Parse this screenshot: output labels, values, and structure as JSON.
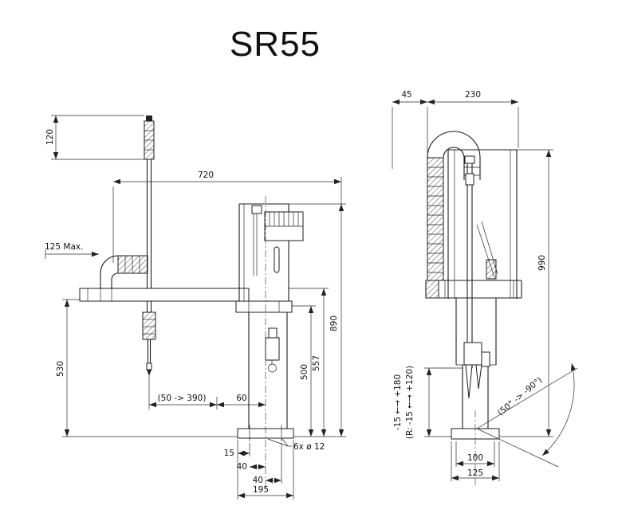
{
  "title": "SR55",
  "front_view": {
    "dims": {
      "shaft_segment": "120",
      "reach": "720",
      "cable_max": "125  Max.",
      "height_arm_bottom": "530",
      "height_total": "890",
      "height_arm_top": "557",
      "height_column": "500",
      "stroke": "(50 -> 390)",
      "offset_60": "60",
      "base_15": "15",
      "base_40a": "40",
      "base_40b": "40",
      "base_195": "195",
      "holes": "6x ø 12"
    }
  },
  "side_view": {
    "dims": {
      "top_45": "45",
      "top_230": "230",
      "height_990": "990",
      "base_100": "100",
      "base_125": "125",
      "z_range": "-15 ←→ +180",
      "r_range": "(R: -15 ←→ +120)",
      "rotation": "(50° -> -90°)"
    }
  }
}
